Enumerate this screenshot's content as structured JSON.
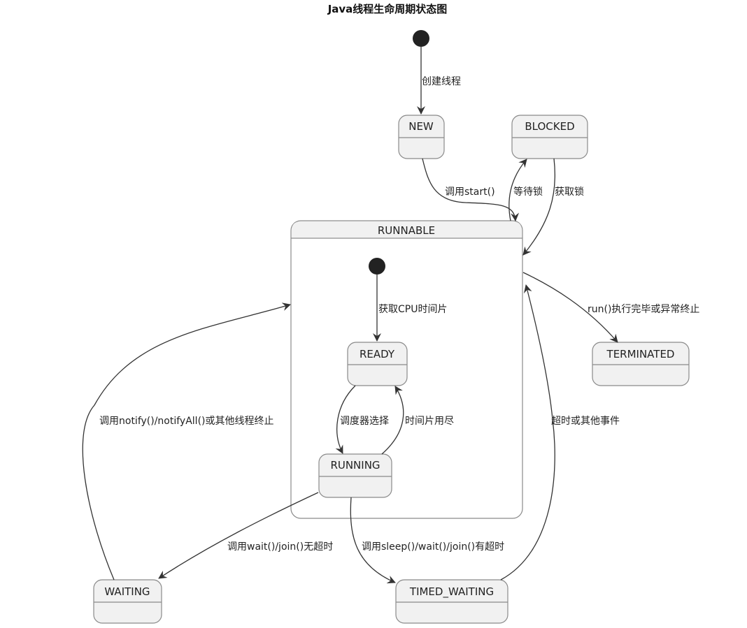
{
  "title": "Java线程生命周期状态图",
  "states": {
    "new": "NEW",
    "blocked": "BLOCKED",
    "runnable": "RUNNABLE",
    "ready": "READY",
    "running": "RUNNING",
    "terminated": "TERMINATED",
    "waiting": "WAITING",
    "timed_waiting": "TIMED_WAITING"
  },
  "transitions": {
    "start_to_new": "创建线程",
    "new_to_runnable": "调用start()",
    "runnable_to_blocked": "等待锁",
    "blocked_to_runnable": "获取锁",
    "inner_start_to_ready": "获取CPU时间片",
    "ready_to_running": "调度器选择",
    "running_to_ready": "时间片用尽",
    "runnable_to_terminated": "run()执行完毕或异常终止",
    "waiting_to_runnable": "调用notify()/notifyAll()或其他线程终止",
    "timed_waiting_to_runnable": "超时或其他事件",
    "running_to_waiting": "调用wait()/join()无超时",
    "running_to_timed_waiting": "调用sleep()/wait()/join()有超时"
  }
}
